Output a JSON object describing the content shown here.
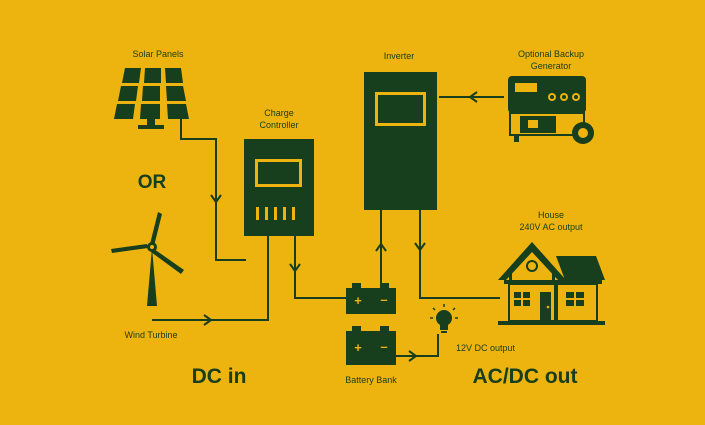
{
  "colors": {
    "background": "#EDB30F",
    "ink": "#173E1D"
  },
  "labels": {
    "solar_panels": "Solar Panels",
    "or": "OR",
    "wind_turbine": "Wind Turbine",
    "charge_controller_line1": "Charge",
    "charge_controller_line2": "Controller",
    "inverter": "Inverter",
    "generator_line1": "Optional Backup",
    "generator_line2": "Generator",
    "house_line1": "House",
    "house_line2": "240V AC output",
    "dc_output": "12V DC output",
    "battery_bank": "Battery Bank",
    "dc_in": "DC in",
    "ac_dc_out": "AC/DC out"
  },
  "battery_symbols": {
    "plus": "+",
    "minus": "–"
  }
}
